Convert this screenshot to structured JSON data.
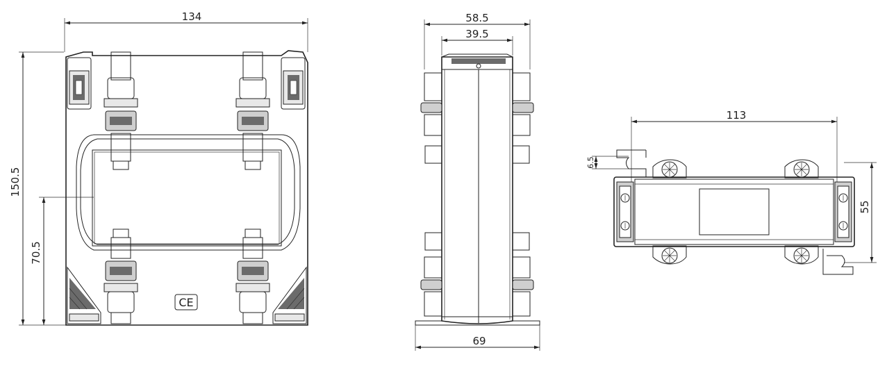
{
  "drawing": {
    "front_view": {
      "width_label": "134",
      "height_label": "150.5",
      "mount_height_label": "70.5",
      "mark_label": "CE"
    },
    "side_view": {
      "outer_width_label": "58.5",
      "inner_width_label": "39.5",
      "base_width_label": "69"
    },
    "bottom_view": {
      "hole_spacing_label": "113",
      "slot_label": "6.5",
      "depth_label": "55"
    }
  }
}
